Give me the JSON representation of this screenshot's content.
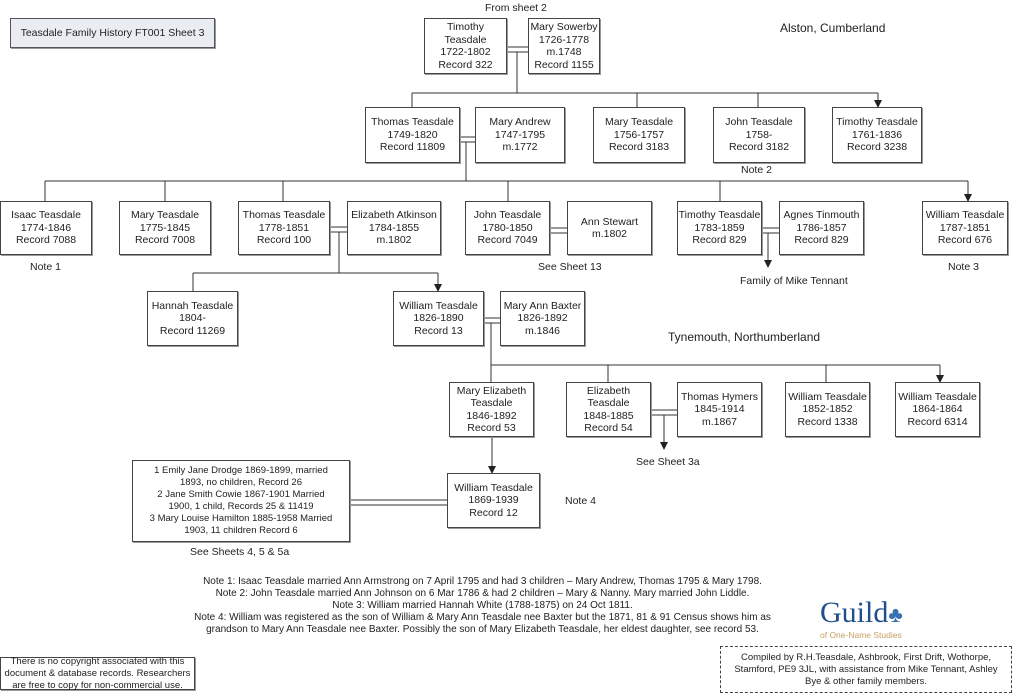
{
  "title": "Teasdale Family History FT001 Sheet 3",
  "labels": {
    "from_sheet": "From sheet 2",
    "alston": "Alston, Cumberland",
    "tynemouth": "Tynemouth, Northumberland",
    "note1": "Note 1",
    "note2": "Note 2",
    "note3": "Note 3",
    "note4": "Note 4",
    "see13": "See Sheet 13",
    "mike": "Family of Mike Tennant",
    "see3a": "See Sheet 3a",
    "see45": "See Sheets 4, 5 & 5a"
  },
  "people": {
    "timothy1": [
      "Timothy",
      "Teasdale",
      "1722-1802",
      "Record 322"
    ],
    "sowerby": [
      "Mary Sowerby",
      "1726-1778",
      "m.1748",
      "Record 1155"
    ],
    "thomas1": [
      "Thomas Teasdale",
      "1749-1820",
      "Record 11809"
    ],
    "andrew": [
      "Mary Andrew",
      "1747-1795",
      "m.1772"
    ],
    "mary1756": [
      "Mary Teasdale",
      "1756-1757",
      "Record 3183"
    ],
    "john1758": [
      "John Teasdale",
      "1758-",
      "Record 3182"
    ],
    "timothy1761": [
      "Timothy Teasdale",
      "1761-1836",
      "Record 3238"
    ],
    "isaac": [
      "Isaac Teasdale",
      "1774-1846",
      "Record 7088"
    ],
    "mary1775": [
      "Mary Teasdale",
      "1775-1845",
      "Record 7008"
    ],
    "thomas1778": [
      "Thomas Teasdale",
      "1778-1851",
      "Record 100"
    ],
    "atkinson": [
      "Elizabeth Atkinson",
      "1784-1855",
      "m.1802"
    ],
    "john1780": [
      "John Teasdale",
      "1780-1850",
      "Record 7049"
    ],
    "stewart": [
      "Ann Stewart",
      "m.1802"
    ],
    "timothy1783": [
      "Timothy Teasdale",
      "1783-1859",
      "Record 829"
    ],
    "tinmouth": [
      "Agnes Tinmouth",
      "1786-1857",
      "Record 829"
    ],
    "william1787": [
      "William Teasdale",
      "1787-1851",
      "Record 676"
    ],
    "hannah": [
      "Hannah Teasdale",
      "1804-",
      "Record 11269"
    ],
    "william1826": [
      "William Teasdale",
      "1826-1890",
      "Record 13"
    ],
    "baxter": [
      "Mary Ann Baxter",
      "1826-1892",
      "m.1846"
    ],
    "maryeliz": [
      "Mary Elizabeth",
      "Teasdale",
      "1846-1892",
      "Record 53"
    ],
    "eliz1848": [
      "Elizabeth",
      "Teasdale",
      "1848-1885",
      "Record 54"
    ],
    "hymers": [
      "Thomas Hymers",
      "1845-1914",
      "m.1867"
    ],
    "william1852": [
      "William Teasdale",
      "1852-1852",
      "Record 1338"
    ],
    "william1864": [
      "William Teasdale",
      "1864-1864",
      "Record 6314"
    ],
    "william1869": [
      "William Teasdale",
      "1869-1939",
      "Record 12"
    ],
    "wives": [
      "1 Emily Jane Drodge 1869-1899, married",
      "1893, no children, Record 26",
      "2 Jane Smith Cowie 1867-1901 Married",
      "1900, 1 child, Records 25 & 11419",
      "3 Mary Louise Hamilton 1885-1958 Married",
      "1903, 11 children Record 6"
    ]
  },
  "notes": [
    "Note 1: Isaac Teasdale married Ann Armstrong on 7 April 1795 and had 3 children – Mary Andrew, Thomas 1795 & Mary 1798.",
    "Note 2: John Teasdale married Ann Johnson on 6 Mar 1786 & had 2 children – Mary & Nanny. Mary married John Liddle.",
    "Note 3: William married Hannah White (1788-1875) on 24 Oct 1811.",
    "Note 4: William was registered as the son of William & Mary Ann Teasdale nee Baxter but the 1871, 81 & 91 Census shows him as grandson to Mary Ann Teasdale nee Baxter. Possibly the  son of Mary Elizabeth Teasdale, her eldest daughter, see record 53."
  ],
  "logo": {
    "name": "Guild",
    "sub": "of One-Name Studies",
    "color": "#1f4e8c"
  },
  "copyright": "There is no copyright associated with this document & database records. Researchers are free to copy for non-commercial use.",
  "compiled": "Compiled by R.H.Teasdale, Ashbrook, First Drift, Wothorpe, Stamford, PE9 3JL, with assistance from Mike Tennant, Ashley Bye & other family members."
}
